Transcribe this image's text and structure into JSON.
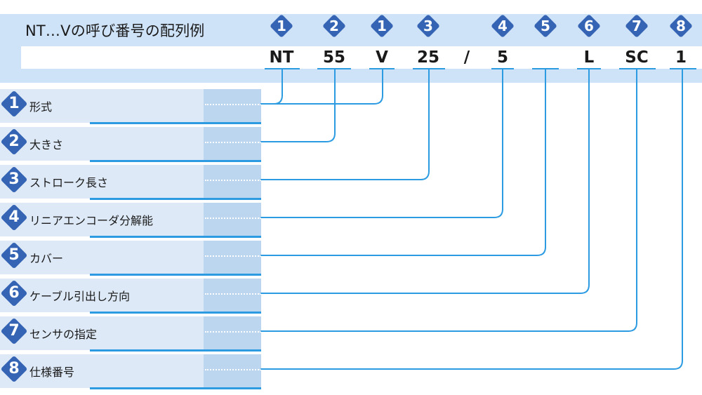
{
  "title": "NT…Vの呼び番号の配列例",
  "code": [
    {
      "badge": "1",
      "text": "NT"
    },
    {
      "badge": "2",
      "text": "55"
    },
    {
      "badge": "1",
      "text": "V"
    },
    {
      "badge": "3",
      "text": "25"
    },
    {
      "badge": "",
      "text": "/"
    },
    {
      "badge": "4",
      "text": "5"
    },
    {
      "badge": "5",
      "text": ""
    },
    {
      "badge": "6",
      "text": "L"
    },
    {
      "badge": "7",
      "text": "SC"
    },
    {
      "badge": "8",
      "text": "1"
    }
  ],
  "rows": [
    {
      "num": "1",
      "label": "形式"
    },
    {
      "num": "2",
      "label": "大きさ"
    },
    {
      "num": "3",
      "label": "ストローク長さ"
    },
    {
      "num": "4",
      "label": "リニアエンコーダ分解能"
    },
    {
      "num": "5",
      "label": "カバー"
    },
    {
      "num": "6",
      "label": "ケーブル引出し方向"
    },
    {
      "num": "7",
      "label": "センサの指定"
    },
    {
      "num": "8",
      "label": "仕様番号"
    }
  ],
  "colors": {
    "badge": "#3564b4",
    "line": "#2c9be2",
    "band": "#cfe3f8",
    "row_light": "#dde9f7",
    "row_mid": "#bcd6f0"
  }
}
